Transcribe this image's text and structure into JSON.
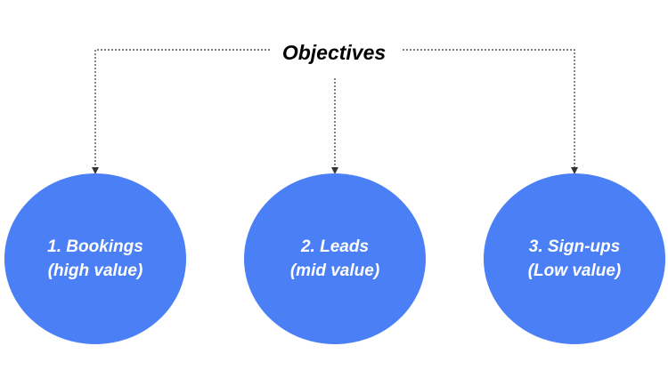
{
  "diagram": {
    "title": "Objectives",
    "node_color": "#4a7ff5",
    "connector_color": "#333333",
    "nodes": [
      {
        "line1": "1. Bookings",
        "line2": "(high value)"
      },
      {
        "line1": "2. Leads",
        "line2": "(mid value)"
      },
      {
        "line1": "3. Sign-ups",
        "line2": "(Low value)"
      }
    ]
  }
}
